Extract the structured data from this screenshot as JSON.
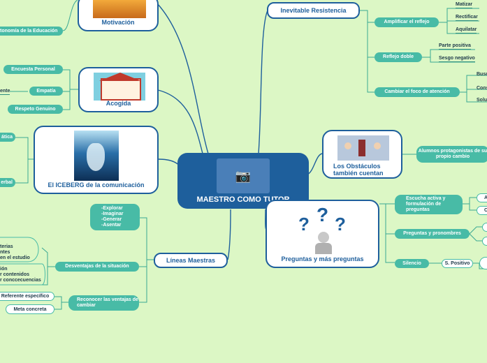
{
  "central": {
    "title": "MAESTRO COMO TUTOR",
    "icon": "camera-icon"
  },
  "topics": {
    "motivacion": "Motivación",
    "acogida": "Acogida",
    "iceberg": "El ICEBERG de la comunicación",
    "inevitable": "Inevitable Resistencia",
    "obstaculos": "Los Obstáculos también cuentan",
    "preguntas": "Preguntas y más preguntas",
    "lineas": "Líneas Maestras"
  },
  "left_leaves": {
    "autonomia": "tonomía de la Educación",
    "encuesta": "Encuesta Personal",
    "empatia": "Empatía",
    "ente": "ente",
    "respeto": "Respeto Genuino",
    "atica": "ática",
    "erbal": "erbal"
  },
  "resistencia": {
    "amplificar": "Amplificar el reflejo",
    "matizar": "Matizar",
    "rectificar": "Rectificar",
    "aquilatar": "Aquilatar",
    "reflejo_doble": "Reflejo doble",
    "parte_positiva": "Parte positiva",
    "sesgo_negativo": "Sesgo negativo",
    "cambiar_foco": "Cambiar el foco de atención",
    "busc": "Busc",
    "cons": "Cons",
    "solu": "Solu"
  },
  "obstaculos_leaf": "Alumnos protagonistas de su propio cambio",
  "preguntas_leaves": {
    "escucha": "Escucha activa y formulación de preguntas",
    "a1": "A",
    "c1": "C",
    "pronombres": "Preguntas y pronombres",
    "silencio": "Silencio",
    "s_positivo": "S. Positivo"
  },
  "lineas_leaves": {
    "explorar_list": [
      "-Explorar",
      "-Imaginar",
      "-Generar",
      "-Asentar"
    ],
    "desventajas": "Desventajas de la situación",
    "desv_lines_a": [
      "terias",
      "ntes",
      "en el estudio"
    ],
    "desv_lines_b": [
      "ión",
      "r contenidos",
      "r conccecuencias"
    ],
    "reconocer": "Reconocer las ventajas de cambiar",
    "referente": "Referente específico",
    "meta": "Meta concreta"
  }
}
